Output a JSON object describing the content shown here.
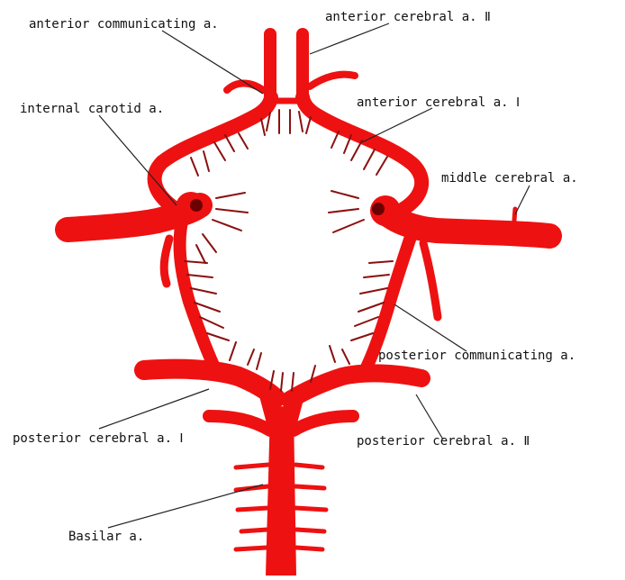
{
  "colors": {
    "artery": "#ee1111",
    "artery_dark": "#b00000",
    "leader": "#222222",
    "background": "#ffffff"
  },
  "labels": {
    "anterior_communicating": "anterior communicating a.",
    "anterior_cerebral_2": "anterior cerebral a. Ⅱ",
    "internal_carotid": "internal carotid a.",
    "anterior_cerebral_1": "anterior cerebral a. Ⅰ",
    "middle_cerebral": "middle cerebral a.",
    "posterior_communicating": "posterior communicating a.",
    "posterior_cerebral_1": "posterior cerebral a. Ⅰ",
    "posterior_cerebral_2": "posterior cerebral a. Ⅱ",
    "basilar": "Basilar a."
  }
}
